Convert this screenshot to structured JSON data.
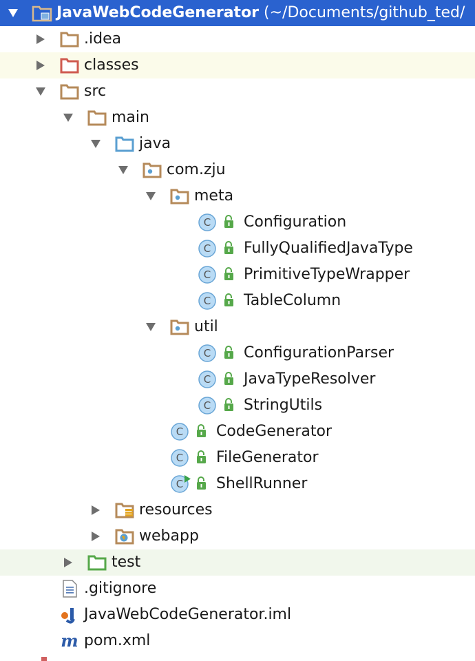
{
  "colors": {
    "selection": "#2a62cf",
    "folder": "#b58a5a",
    "excluded_folder": "#cf5a4f",
    "source_folder": "#5a9fd1",
    "test_folder": "#56a84a",
    "class_icon": "#9cc8ec",
    "highlight_yellow": "#fbfbea",
    "highlight_green": "#f1f7ec"
  },
  "tree": {
    "root": {
      "name": "JavaWebCodeGenerator",
      "path": " (~/Documents/github_ted/"
    },
    "items": [
      {
        "label": ".idea",
        "icon": "folder-icon"
      },
      {
        "label": "classes",
        "icon": "excluded-folder-icon"
      },
      {
        "label": "src",
        "icon": "folder-icon"
      },
      {
        "label": "main",
        "icon": "folder-icon"
      },
      {
        "label": "java",
        "icon": "source-folder-icon"
      },
      {
        "label": "com.zju",
        "icon": "package-icon"
      },
      {
        "label": "meta",
        "icon": "package-icon"
      },
      {
        "label": "Configuration",
        "icon": "class-icon"
      },
      {
        "label": "FullyQualifiedJavaType",
        "icon": "class-icon"
      },
      {
        "label": "PrimitiveTypeWrapper",
        "icon": "class-icon"
      },
      {
        "label": "TableColumn",
        "icon": "class-icon"
      },
      {
        "label": "util",
        "icon": "package-icon"
      },
      {
        "label": "ConfigurationParser",
        "icon": "class-icon"
      },
      {
        "label": "JavaTypeResolver",
        "icon": "class-icon"
      },
      {
        "label": "StringUtils",
        "icon": "class-icon"
      },
      {
        "label": "CodeGenerator",
        "icon": "class-icon"
      },
      {
        "label": "FileGenerator",
        "icon": "class-icon"
      },
      {
        "label": "ShellRunner",
        "icon": "runnable-class-icon"
      },
      {
        "label": "resources",
        "icon": "resources-folder-icon"
      },
      {
        "label": "webapp",
        "icon": "web-folder-icon"
      },
      {
        "label": "test",
        "icon": "test-folder-icon"
      },
      {
        "label": ".gitignore",
        "icon": "text-file-icon"
      },
      {
        "label": "JavaWebCodeGenerator.iml",
        "icon": "iml-file-icon"
      },
      {
        "label": "pom.xml",
        "icon": "maven-icon"
      }
    ]
  }
}
